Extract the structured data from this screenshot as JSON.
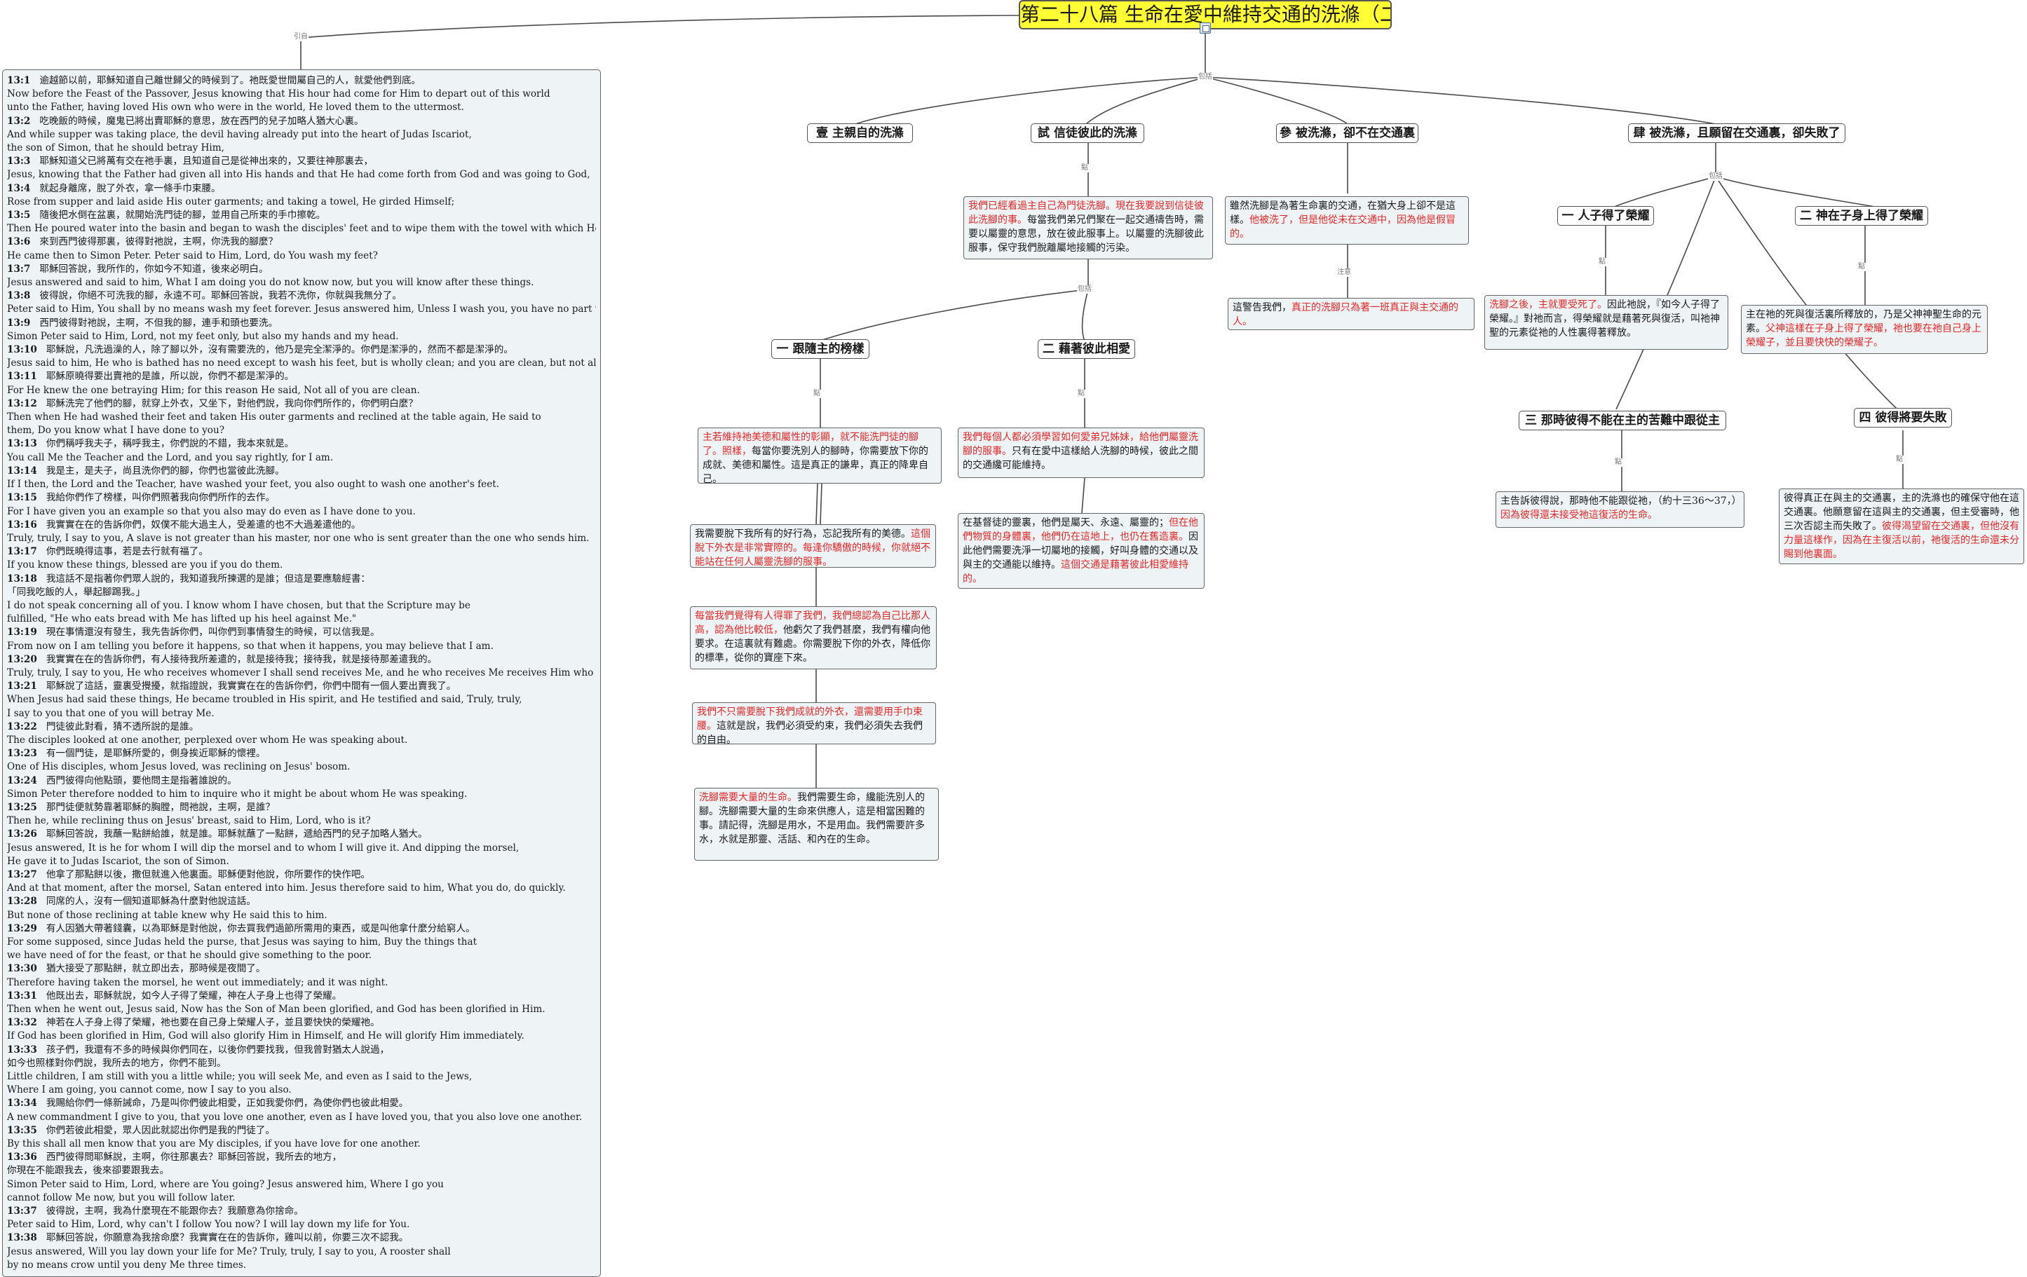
{
  "title": "第二十八篇 生命在愛中維持交通的洗滌（二）",
  "labels": {
    "quote": "引自",
    "contains": "包括",
    "point": "點",
    "note": "注意"
  },
  "branches": [
    {
      "label": "壹 主親自的洗滌"
    },
    {
      "label": "試 信徒彼此的洗滌"
    },
    {
      "label": "參 被洗滌，卻不在交通裏"
    },
    {
      "label": "肆 被洗滌，且願留在交通裏，卻失敗了"
    }
  ],
  "sub_branches": {
    "follow_example": "一 跟隨主的榜樣",
    "wash_each_other": "二 藉著彼此相愛",
    "person_glorified": "一 人子得了榮耀",
    "god_glorified": "二 神在子身上得了榮耀",
    "peter_cannot": "三 那時彼得不能在主的苦難中跟從主",
    "peter_fail": "四 彼得將要失敗"
  },
  "notes": {
    "n_shi": [
      {
        "t": "我們已經看過主自己為門徒洗腳。現在我要說到信徒彼此洗腳的事。",
        "r": true
      },
      {
        "t": "每當我們弟兄們聚在一起交通禱告時，需要以屬靈的意思，放在彼此服事上。以屬靈的洗腳彼此服事，保守我們脫離屬地接觸的污染。",
        "r": false
      }
    ],
    "n_can": [
      {
        "t": "雖然洗腳是為著生命裏的交通，在猶大身上卻不是這樣。",
        "r": false
      },
      {
        "t": "他被洗了，但是他從未在交通中，因為他是假冒的。",
        "r": true
      }
    ],
    "n_can2": [
      {
        "t": "這警告我們，",
        "r": false
      },
      {
        "t": "真正的洗腳只為著一班真正與主交通的人。",
        "r": true
      }
    ],
    "n_f1": [
      {
        "t": "主若維持祂美德和屬性的彰顯，就不能洗門徒的腳了。照樣，",
        "r": true
      },
      {
        "t": "每當你要洗別人的腳時，你需要放下你的成就、美德和屬性。這是真正的謙卑，真正的降卑自己。",
        "r": false
      }
    ],
    "n_f2": [
      {
        "t": "我需要脫下我所有的好行為，忘記我所有的美德。",
        "r": false
      },
      {
        "t": "這個脫下外衣是非常實際的。每逢你驕傲的時候，你就絕不能站在任何人屬靈洗腳的服事。",
        "r": true
      }
    ],
    "n_f3": [
      {
        "t": "每當我們覺得有人得罪了我們，我們總認為自己比那人高，認為他比較低，",
        "r": true
      },
      {
        "t": "他虧欠了我們甚麼，我們有權向他要求。在這裏就有難處。你需要脫下你的外衣，降低你的標準，從你的寶座下來。",
        "r": false
      }
    ],
    "n_f4": [
      {
        "t": "我們不只需要脫下我們成就的外衣，還需要用手巾束腰。",
        "r": true
      },
      {
        "t": "這就是說，我們必須受約束，我們必須失去我們的自由。",
        "r": false
      }
    ],
    "n_f5": [
      {
        "t": "洗腳需要大量的生命。",
        "r": true
      },
      {
        "t": "我們需要生命，纔能洗別人的腳。洗腳需要大量的生命來供應人，這是相當困難的事。請記得，洗腳是用水，不是用血。我們需要許多水，水就是那靈、活話、和內在的生命。",
        "r": false
      }
    ],
    "n_w1": [
      {
        "t": "我們每個人都必須學習如何愛弟兄姊妹，給他們屬靈洗腳的服事。",
        "r": true
      },
      {
        "t": "只有在愛中這樣給人洗腳的時候，彼此之間的交通纔可能維持。",
        "r": false
      }
    ],
    "n_w2": [
      {
        "t": "在基督徒的靈裏，他們是屬天、永遠、屬靈的；",
        "r": false
      },
      {
        "t": "但在他們物質的身體裏，他們仍在這地上，也仍在舊造裏。",
        "r": true
      },
      {
        "t": "因此他們需要洗淨一切屬地的接觸，好叫身體的交通以及與主的交通能以維持。",
        "r": false
      },
      {
        "t": "這個交通是藉著彼此相愛維持的。",
        "r": true
      }
    ],
    "n_g1": [
      {
        "t": "洗腳之後，主就要受死了。",
        "r": true
      },
      {
        "t": "因此祂說，『如今人子得了榮耀。』對祂而言，得榮耀就是藉著死與復活，叫祂神聖的元素從祂的人性裏得著釋放。",
        "r": false
      }
    ],
    "n_g2": [
      {
        "t": "主在祂的死與復活裏所釋放的，乃是父神神聖生命的元素。",
        "r": false
      },
      {
        "t": "父神這樣在子身上得了榮耀，祂也要在祂自己身上榮耀子，並且要快快的榮耀子。",
        "r": true
      }
    ],
    "n_g3": [
      {
        "t": "主告訴彼得說，那時他不能跟從祂，（約十三36～37，）",
        "r": false
      },
      {
        "t": "因為彼得還未接受祂這復活的生命。",
        "r": true
      }
    ],
    "n_g4": [
      {
        "t": "彼得真正在與主的交通裏，主的洗滌也的確保守他在這交通裏。他願意留在這與主的交通裏，但主受審時，他三次否認主而失敗了。",
        "r": false
      },
      {
        "t": "彼得渴望留在交通裏，但他沒有力量這樣作，因為在主復活以前，祂復活的生命還未分賜到他裏面。",
        "r": true
      }
    ]
  },
  "quote_lines": [
    [
      "13:1",
      "逾越節以前，耶穌知道自己離世歸父的時候到了。祂既愛世間屬自己的人，就愛他們到底。"
    ],
    [
      "",
      "Now before the Feast of the Passover, Jesus knowing that His hour had come for Him to depart out of this world"
    ],
    [
      "",
      "unto the Father, having loved His own who were in the world, He loved them to the uttermost."
    ],
    [
      "13:2",
      "吃晚飯的時候，魔鬼已將出賣耶穌的意思，放在西門的兒子加略人猶大心裏。"
    ],
    [
      "",
      "And while supper was taking place, the devil having already put into the heart of Judas Iscariot,"
    ],
    [
      "",
      "the son of Simon, that he should betray Him,"
    ],
    [
      "13:3",
      "耶穌知道父已將萬有交在祂手裏，且知道自己是從神出來的，又要往神那裏去，"
    ],
    [
      "",
      "Jesus, knowing that the Father had given all into His hands and that He had come forth from God and was going to God,"
    ],
    [
      "13:4",
      "就起身離席，脫了外衣，拿一條手巾束腰。"
    ],
    [
      "",
      "Rose from supper and laid aside His outer garments; and taking a towel, He girded Himself;"
    ],
    [
      "13:5",
      "隨後把水倒在盆裏，就開始洗門徒的腳，並用自己所束的手巾擦乾。"
    ],
    [
      "",
      "Then He poured water into the basin and began to wash the disciples' feet and to wipe them with the towel with which He was girded."
    ],
    [
      "13:6",
      "來到西門彼得那裏，彼得對祂說，主啊，你洗我的腳麼？"
    ],
    [
      "",
      "He came then to Simon Peter. Peter said to Him, Lord, do You wash my feet?"
    ],
    [
      "13:7",
      "耶穌回答說，我所作的，你如今不知道，後來必明白。"
    ],
    [
      "",
      "Jesus answered and said to him, What I am doing you do not know now, but you will know after these things."
    ],
    [
      "13:8",
      "彼得說，你絕不可洗我的腳，永遠不可。耶穌回答說，我若不洗你，你就與我無分了。"
    ],
    [
      "",
      "Peter said to Him, You shall by no means wash my feet forever. Jesus answered him, Unless I wash you, you have no part with Me."
    ],
    [
      "13:9",
      "西門彼得對祂說，主啊，不但我的腳，連手和頭也要洗。"
    ],
    [
      "",
      "Simon Peter said to Him, Lord, not my feet only, but also my hands and my head."
    ],
    [
      "13:10",
      "耶穌說，凡洗過澡的人，除了腳以外，沒有需要洗的，他乃是完全潔淨的。你們是潔淨的，然而不都是潔淨的。"
    ],
    [
      "",
      "Jesus said to him, He who is bathed has no need except to wash his feet, but is wholly clean; and you are clean, but not all of you."
    ],
    [
      "13:11",
      "耶穌原曉得要出賣祂的是誰，所以說，你們不都是潔淨的。"
    ],
    [
      "",
      "For He knew the one betraying Him; for this reason He said, Not all of you are clean."
    ],
    [
      "13:12",
      "耶穌洗完了他們的腳，就穿上外衣，又坐下，對他們說，我向你們所作的，你們明白麼？"
    ],
    [
      "",
      "Then when He had washed their feet and taken His outer garments and reclined at the table again, He said to"
    ],
    [
      "",
      "them, Do you know what I have done to you?"
    ],
    [
      "13:13",
      "你們稱呼我夫子，稱呼我主，你們說的不錯，我本來就是。"
    ],
    [
      "",
      "You call Me the Teacher and the Lord, and you say rightly, for I am."
    ],
    [
      "13:14",
      "我是主，是夫子，尚且洗你們的腳，你們也當彼此洗腳。"
    ],
    [
      "",
      "If I then, the Lord and the Teacher, have washed your feet, you also ought to wash one another's feet."
    ],
    [
      "13:15",
      "我給你們作了榜樣，叫你們照著我向你們所作的去作。"
    ],
    [
      "",
      "For I have given you an example so that you also may do even as I have done to you."
    ],
    [
      "13:16",
      "我實實在在的告訴你們，奴僕不能大過主人，受差遣的也不大過差遣他的。"
    ],
    [
      "",
      "Truly, truly, I say to you, A slave is not greater than his master, nor one who is sent greater than the one who sends him."
    ],
    [
      "13:17",
      "你們既曉得這事，若是去行就有福了。"
    ],
    [
      "",
      "If you know these things, blessed are you if you do them."
    ],
    [
      "13:18",
      "我這話不是指著你們眾人說的，我知道我所揀選的是誰；但這是要應驗經書："
    ],
    [
      "",
      "「同我吃飯的人，舉起腳踢我。」"
    ],
    [
      "",
      "I do not speak concerning all of you. I know whom I have chosen, but that the Scripture may be"
    ],
    [
      "",
      "fulfilled, \"He who eats bread with Me has lifted up his heel against Me.\""
    ],
    [
      "13:19",
      "現在事情還沒有發生，我先告訴你們，叫你們到事情發生的時候，可以信我是。"
    ],
    [
      "",
      "From now on I am telling you before it happens, so that when it happens, you may believe that I am."
    ],
    [
      "13:20",
      "我實實在在的告訴你們，有人接待我所差遣的，就是接待我；接待我，就是接待那差遣我的。"
    ],
    [
      "",
      "Truly, truly, I say to you, He who receives whomever I shall send receives Me, and he who receives Me receives Him who sent Me."
    ],
    [
      "13:21",
      "耶穌說了這話，靈裏受攪擾，就指證說，我實實在在的告訴你們，你們中間有一個人要出賣我了。"
    ],
    [
      "",
      "When Jesus had said these things, He became troubled in His spirit, and He testified and said, Truly, truly,"
    ],
    [
      "",
      "I say to you that one of you will betray Me."
    ],
    [
      "13:22",
      "門徒彼此對看，猜不透所說的是誰。"
    ],
    [
      "",
      "The disciples looked at one another, perplexed over whom He was speaking about."
    ],
    [
      "13:23",
      "有一個門徒，是耶穌所愛的，側身挨近耶穌的懷裡。"
    ],
    [
      "",
      "One of His disciples, whom Jesus loved, was reclining on Jesus' bosom."
    ],
    [
      "13:24",
      "西門彼得向他點頭，要他問主是指著誰說的。"
    ],
    [
      "",
      "Simon Peter therefore nodded to him to inquire who it might be about whom He was speaking."
    ],
    [
      "13:25",
      "那門徒便就勢靠著耶穌的胸膛，問祂說，主啊，是誰？"
    ],
    [
      "",
      "Then he, while reclining thus on Jesus' breast, said to Him, Lord, who is it?"
    ],
    [
      "13:26",
      "耶穌回答說，我蘸一點餅給誰，就是誰。耶穌就蘸了一點餅，遞給西門的兒子加略人猶大。"
    ],
    [
      "",
      "Jesus answered, It is he for whom I will dip the morsel and to whom I will give it. And dipping the morsel,"
    ],
    [
      "",
      "He gave it to Judas Iscariot, the son of Simon."
    ],
    [
      "13:27",
      "他拿了那點餅以後，撒但就進入他裏面。耶穌便對他說，你所要作的快作吧。"
    ],
    [
      "",
      "And at that moment, after the morsel, Satan entered into him. Jesus therefore said to him, What you do, do quickly."
    ],
    [
      "13:28",
      "同席的人，沒有一個知道耶穌為什麼對他說這話。"
    ],
    [
      "",
      "But none of those reclining at table knew why He said this to him."
    ],
    [
      "13:29",
      "有人因猶大帶著錢囊，以為耶穌是對他說，你去買我們過節所需用的東西，或是叫他拿什麼分給窮人。"
    ],
    [
      "",
      "For some supposed, since Judas held the purse, that Jesus was saying to him, Buy the things that"
    ],
    [
      "",
      "we have need of for the feast, or that he should give something to the poor."
    ],
    [
      "13:30",
      "猶大接受了那點餅，就立即出去，那時候是夜間了。"
    ],
    [
      "",
      "Therefore having taken the morsel, he went out immediately; and it was night."
    ],
    [
      "13:31",
      "他既出去，耶穌就說，如今人子得了榮耀，神在人子身上也得了榮耀。"
    ],
    [
      "",
      "Then when he went out, Jesus said, Now has the Son of Man been glorified, and God has been glorified in Him."
    ],
    [
      "13:32",
      "神若在人子身上得了榮耀，祂也要在自己身上榮耀人子，並且要快快的榮耀祂。"
    ],
    [
      "",
      "If God has been glorified in Him, God will also glorify Him in Himself, and He will glorify Him immediately."
    ],
    [
      "13:33",
      "孩子們，我還有不多的時候與你們同在，以後你們要找我，但我曾對猶太人說過，"
    ],
    [
      "",
      "如今也照樣對你們說，我所去的地方，你們不能到。"
    ],
    [
      "",
      "Little children, I am still with you a little while; you will seek Me, and even as I said to the Jews,"
    ],
    [
      "",
      "Where I am going, you cannot come, now I say to you also."
    ],
    [
      "13:34",
      "我賜給你們一條新誡命，乃是叫你們彼此相愛，正如我愛你們，為使你們也彼此相愛。"
    ],
    [
      "",
      "A new commandment I give to you, that you love one another, even as I have loved you, that you also love one another."
    ],
    [
      "13:35",
      "你們若彼此相愛，眾人因此就認出你們是我的門徒了。"
    ],
    [
      "",
      "By this shall all men know that you are My disciples, if you have love for one another."
    ],
    [
      "13:36",
      "西門彼得問耶穌說，主啊，你往那裏去？耶穌回答說，我所去的地方，"
    ],
    [
      "",
      "你現在不能跟我去，後來卻要跟我去。"
    ],
    [
      "",
      "Simon Peter said to Him, Lord, where are You going? Jesus answered him, Where I go you"
    ],
    [
      "",
      "cannot follow Me now, but you will follow later."
    ],
    [
      "13:37",
      "彼得說，主啊，我為什麼現在不能跟你去？我願意為你捨命。"
    ],
    [
      "",
      "Peter said to Him, Lord, why can't I follow You now? I will lay down my life for You."
    ],
    [
      "13:38",
      "耶穌回答說，你願意為我捨命麼？我實實在在的告訴你，雞叫以前，你要三次不認我。"
    ],
    [
      "",
      "Jesus answered, Will you lay down your life for Me? Truly, truly, I say to you, A rooster shall"
    ],
    [
      "",
      "by no means crow until you deny Me three times."
    ]
  ]
}
